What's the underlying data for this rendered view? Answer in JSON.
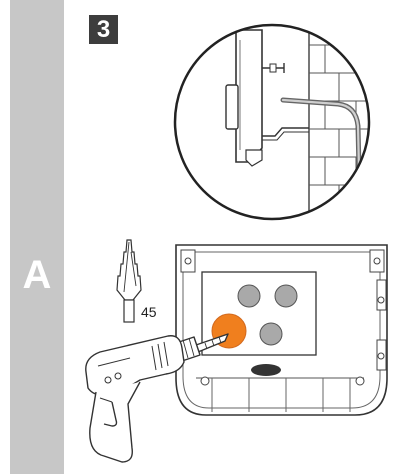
{
  "section": {
    "letter": "A"
  },
  "step": {
    "number": "3"
  },
  "drill_bit": {
    "size_label": "45"
  },
  "colors": {
    "band": "#c7c7c7",
    "badge": "#3d3d3d",
    "highlight_hole": "#f07f1e",
    "knockout": "#a9a9a9",
    "sealed_hole": "#333333"
  },
  "icons": [
    "step-drill-bit-icon",
    "power-drill-icon",
    "wall-mount-detail-icon"
  ]
}
